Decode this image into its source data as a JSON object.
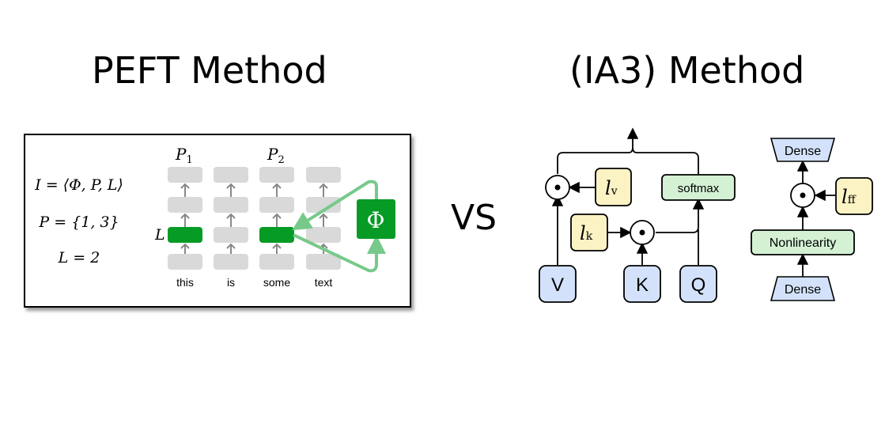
{
  "titles": {
    "left": "PEFT Method",
    "right": "(IA3) Method",
    "vs": "VS"
  },
  "peft": {
    "equations": [
      "I = ⟨Φ, P, L⟩",
      "P = {1, 3}",
      "L = 2"
    ],
    "prefix_labels": [
      "P",
      "P"
    ],
    "prefix_subs": [
      "1",
      "2"
    ],
    "layer_label": "L",
    "tokens": [
      "this",
      "is",
      "some",
      "text"
    ],
    "phi": "Φ",
    "colors": {
      "green": "#069b25",
      "light_green": "#77c98a",
      "gray_box": "#d9d9d9",
      "arrow_gray": "#888888"
    }
  },
  "ia3": {
    "inputs": [
      "V",
      "K",
      "Q"
    ],
    "softmax": "softmax",
    "lv": "l",
    "lv_sub": "v",
    "lk": "l",
    "lk_sub": "k",
    "lff": "l",
    "lff_sub": "ff",
    "dense_top": "Dense",
    "dense_bottom": "Dense",
    "nonlinearity": "Nonlinearity",
    "odot": "⊙",
    "colors": {
      "blue": "#d3e2fa",
      "green": "#d4f1d4",
      "yellow": "#fbf3c4"
    }
  }
}
